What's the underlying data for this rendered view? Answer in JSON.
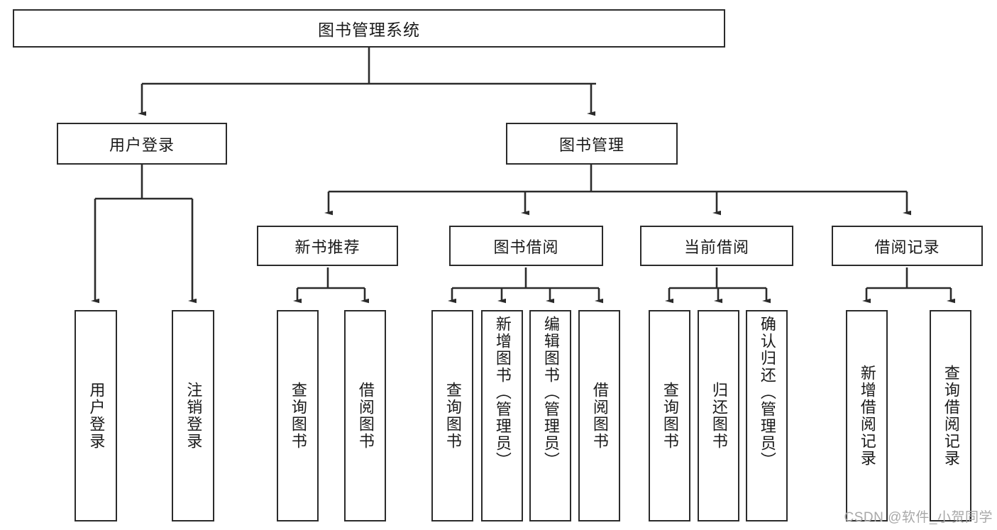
{
  "diagram": {
    "title": "图书管理系统",
    "watermark": "CSDN @软件_小贺同学",
    "colors": {
      "stroke": "#2b2b2b",
      "fill": "#ffffff",
      "text": "#1a1a1a",
      "watermark": "#a8a8a8"
    },
    "nodes": {
      "root": "图书管理系统",
      "level2": [
        "用户登录",
        "图书管理"
      ],
      "level3": [
        "新书推荐",
        "图书借阅",
        "当前借阅",
        "借阅记录"
      ],
      "leaves": {
        "user_login": [
          "用户登录",
          "注销登录"
        ],
        "new_book_recommend": [
          "查询图书",
          "借阅图书"
        ],
        "book_borrow": [
          "查询图书",
          "新增图书（管理员）",
          "编辑图书（管理员）",
          "借阅图书"
        ],
        "current_borrow": [
          "查询图书",
          "归还图书",
          "确认归还（管理员）"
        ],
        "borrow_record": [
          "新增借阅记录",
          "查询借阅记录"
        ]
      }
    }
  }
}
